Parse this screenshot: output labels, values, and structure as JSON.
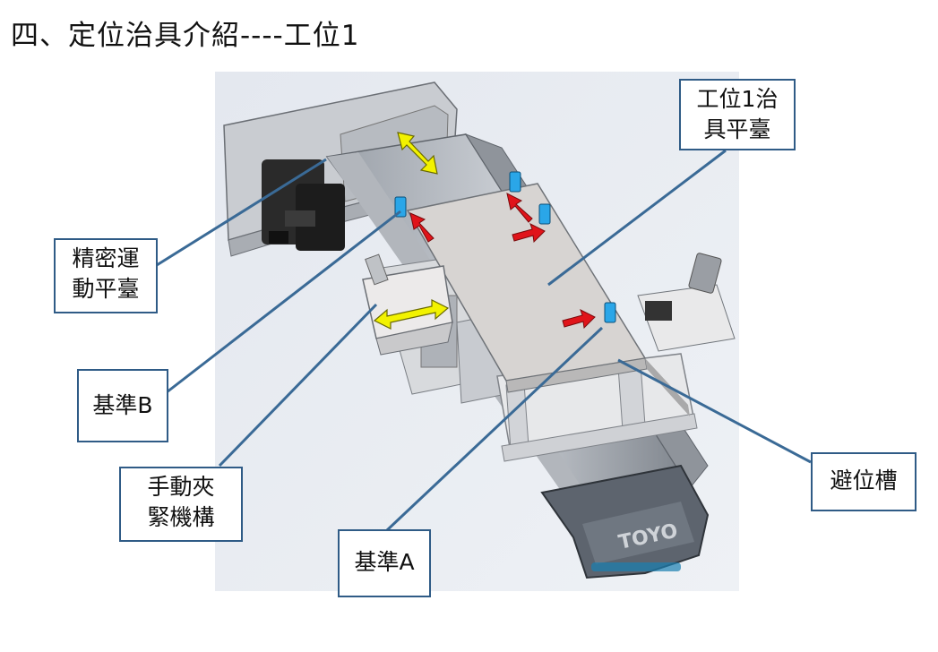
{
  "title": "四、定位治具介紹----工位1",
  "callouts": {
    "station1_fixture": [
      "工位1治",
      "具平臺"
    ],
    "precision_stage": [
      "精密運",
      "動平臺"
    ],
    "datum_b": "基準B",
    "manual_clamp": [
      "手動夾",
      "緊機構"
    ],
    "datum_a": "基準A",
    "relief_slot": "避位槽"
  },
  "logo_text": "TOYO",
  "colors": {
    "callout_border": "#2f5b86",
    "leader_line": "#3a6a96",
    "sensor_blue": "#2aa6e8",
    "arrow_red": "#e0141a",
    "arrow_yellow": "#f2f200"
  }
}
